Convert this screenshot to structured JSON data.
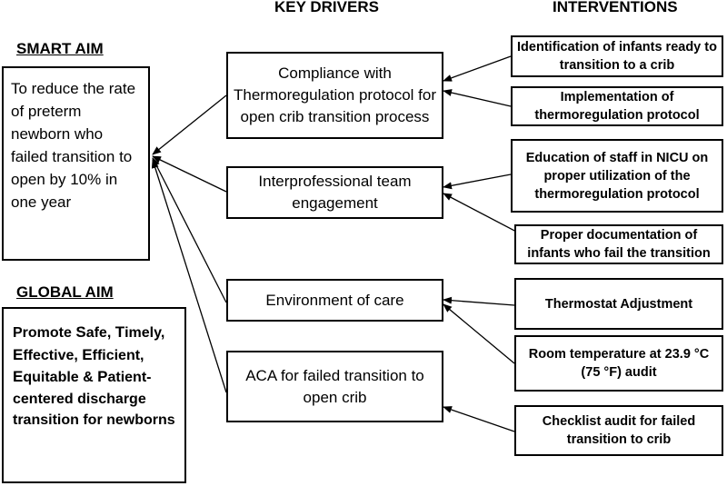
{
  "headers": {
    "key_drivers": "KEY DRIVERS",
    "interventions": "INTERVENTIONS"
  },
  "smart_aim": {
    "title": "SMART AIM",
    "text": "To reduce the rate of preterm newborn who failed transition to open by 10% in one year"
  },
  "global_aim": {
    "title": "GLOBAL AIM",
    "segments": [
      {
        "t": "Promote ",
        "b": false
      },
      {
        "t": "S",
        "b": true
      },
      {
        "t": "afe, ",
        "b": false
      },
      {
        "t": "T",
        "b": true
      },
      {
        "t": "imely, ",
        "b": false
      },
      {
        "t": "E",
        "b": true
      },
      {
        "t": "ffective, ",
        "b": false
      },
      {
        "t": "E",
        "b": true
      },
      {
        "t": "fficient, ",
        "b": false
      },
      {
        "t": "E",
        "b": true
      },
      {
        "t": "quitable & ",
        "b": false
      },
      {
        "t": "P",
        "b": true
      },
      {
        "t": "atient-centered discharge transition for newborns",
        "b": false
      }
    ]
  },
  "drivers": [
    "Compliance with Thermoregulation protocol for open crib transition process",
    "Interprofessional team engagement",
    "Environment of care",
    "ACA for failed transition to open crib"
  ],
  "interventions": [
    "Identification of infants ready to transition to a crib",
    "Implementation of thermoregulation protocol",
    "Education of staff in NICU on proper utilization of the thermoregulation protocol",
    "Proper documentation of infants who fail the transition",
    "Thermostat Adjustment",
    "Room temperature at 23.9 °C (75 °F)  audit",
    "Checklist audit for failed transition to crib"
  ]
}
